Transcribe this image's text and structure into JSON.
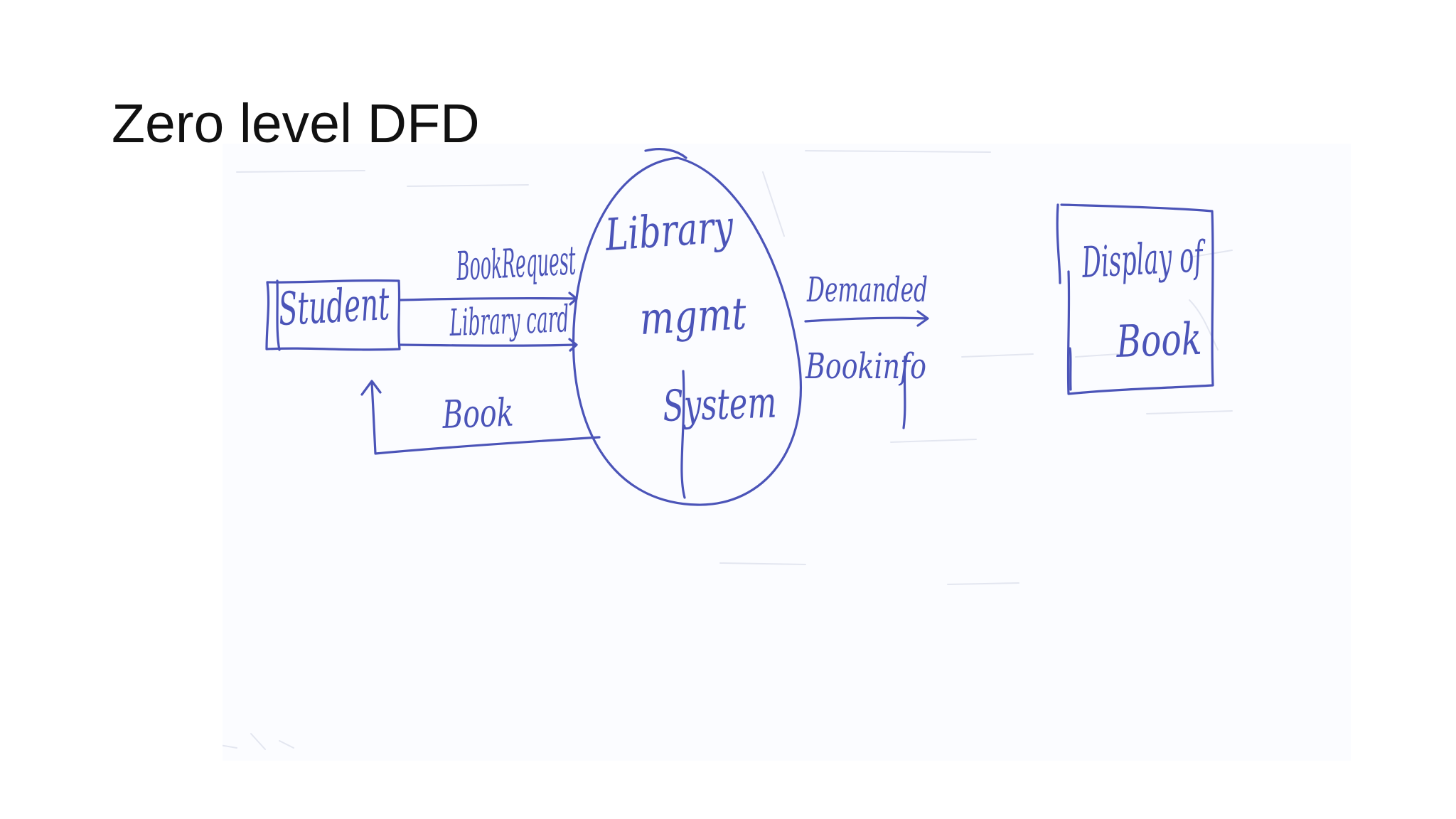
{
  "slide": {
    "title": "Zero level DFD"
  },
  "diagram": {
    "entity_source": "Student",
    "process": [
      "Library",
      "mgmt",
      "System"
    ],
    "entity_sink": [
      "Display of",
      "Book"
    ],
    "flows": {
      "book_request": "BookRequest",
      "library_card": "Library card",
      "book_return": "Book",
      "demanded": "Demanded",
      "book_info": "Bookinfo"
    },
    "ink_color": "#4b54b8"
  }
}
